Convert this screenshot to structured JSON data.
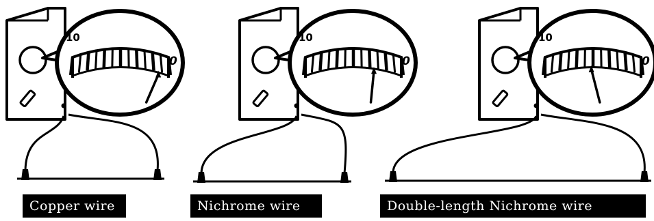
{
  "panels": [
    {
      "caption": "Copper wire",
      "meter": {
        "scale_max": "10",
        "scale_min": "0",
        "reading_fraction": 0.04
      }
    },
    {
      "caption": "Nichrome wire",
      "meter": {
        "scale_max": "10",
        "scale_min": "0",
        "reading_fraction": 0.25
      }
    },
    {
      "caption": "Double-length Nichrome wire",
      "meter": {
        "scale_max": "10",
        "scale_min": "0",
        "reading_fraction": 0.52
      }
    }
  ],
  "colors": {
    "ink": "#000000",
    "paper": "#ffffff"
  }
}
